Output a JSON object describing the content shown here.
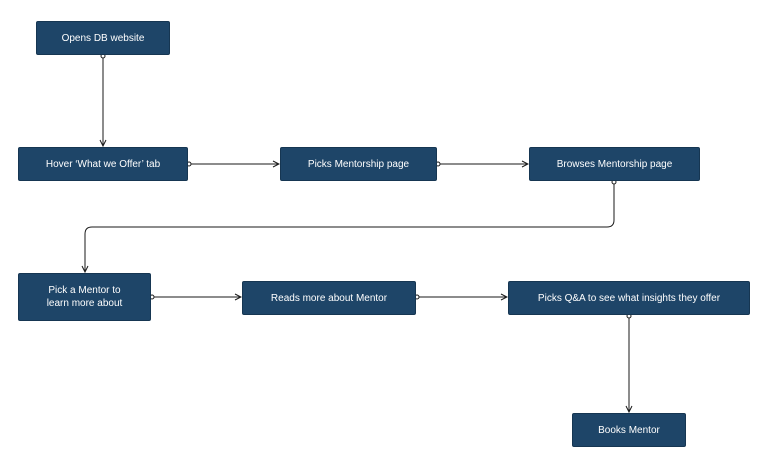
{
  "diagram": {
    "nodes": [
      {
        "id": "n1",
        "label": "Opens DB website"
      },
      {
        "id": "n2",
        "label": "Hover ‘What we Offer’ tab"
      },
      {
        "id": "n3",
        "label": "Picks Mentorship page"
      },
      {
        "id": "n4",
        "label": "Browses Mentorship page"
      },
      {
        "id": "n5",
        "label": "Pick a Mentor to\nlearn more about"
      },
      {
        "id": "n6",
        "label": "Reads more about Mentor"
      },
      {
        "id": "n7",
        "label": "Picks Q&A to see what insights they offer"
      },
      {
        "id": "n8",
        "label": "Books Mentor"
      }
    ],
    "edges": [
      {
        "from": "n1",
        "to": "n2"
      },
      {
        "from": "n2",
        "to": "n3"
      },
      {
        "from": "n3",
        "to": "n4"
      },
      {
        "from": "n4",
        "to": "n5"
      },
      {
        "from": "n5",
        "to": "n6"
      },
      {
        "from": "n6",
        "to": "n7"
      },
      {
        "from": "n7",
        "to": "n8"
      }
    ],
    "colors": {
      "node_fill": "#1e4568",
      "node_text": "#ffffff",
      "connector": "#1a1a1a",
      "background": "#ffffff"
    }
  }
}
